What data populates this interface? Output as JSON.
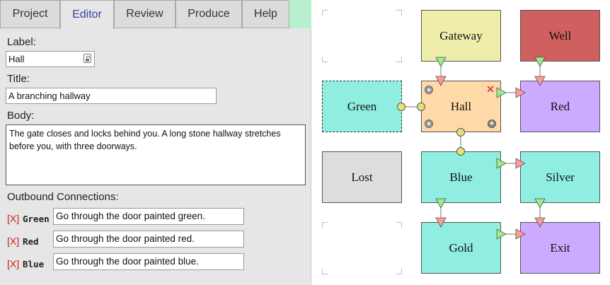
{
  "tabs": [
    {
      "label": "Project",
      "active": false
    },
    {
      "label": "Editor",
      "active": true
    },
    {
      "label": "Review",
      "active": false
    },
    {
      "label": "Produce",
      "active": false
    },
    {
      "label": "Help",
      "active": false
    }
  ],
  "editor": {
    "label_caption": "Label:",
    "label_value": "Hall",
    "title_caption": "Title:",
    "title_value": "A branching hallway",
    "body_caption": "Body:",
    "body_value": "The gate closes and locks behind you. A long stone hallway stretches before you, with three doorways.",
    "outbound_caption": "Outbound Connections:",
    "connections": [
      {
        "remove": "[X]",
        "name": "Green",
        "text": "Go through the door painted green."
      },
      {
        "remove": "[X]",
        "name": "Red",
        "text": "Go through the door painted red."
      },
      {
        "remove": "[X]",
        "name": "Blue",
        "text": "Go through the door painted blue."
      }
    ]
  },
  "canvas": {
    "nodes": [
      {
        "id": "gateway",
        "label": "Gateway",
        "color": "#eeeeaa"
      },
      {
        "id": "well",
        "label": "Well",
        "color": "#d06060"
      },
      {
        "id": "green",
        "label": "Green",
        "color": "#90eee0"
      },
      {
        "id": "hall",
        "label": "Hall",
        "color": "#ffd9a8"
      },
      {
        "id": "red",
        "label": "Red",
        "color": "#ccaaff"
      },
      {
        "id": "lost",
        "label": "Lost",
        "color": "#dddddd"
      },
      {
        "id": "blue",
        "label": "Blue",
        "color": "#90eee0"
      },
      {
        "id": "silver",
        "label": "Silver",
        "color": "#90eee0"
      },
      {
        "id": "gold",
        "label": "Gold",
        "color": "#90eee0"
      },
      {
        "id": "exit",
        "label": "Exit",
        "color": "#ccaaff"
      }
    ],
    "icons": {
      "delete": "delete-x-icon",
      "start": "start-marker-icon",
      "add_link": "add-connection-icon",
      "filter": "filter-icon"
    },
    "colors": {
      "out_arrow": "#99ee88",
      "in_arrow": "#ff9a9a",
      "connector": "#e6e07a",
      "delete_x": "#d04a4a"
    }
  }
}
